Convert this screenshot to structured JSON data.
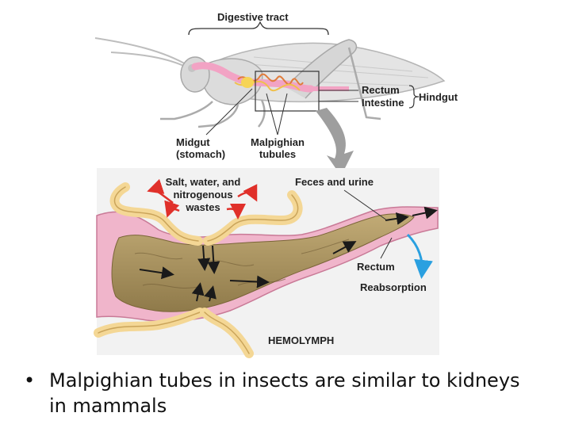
{
  "top_labels": {
    "digestive_tract": "Digestive tract",
    "rectum": "Rectum",
    "intestine": "Intestine",
    "hindgut": "Hindgut",
    "midgut": "Midgut",
    "stomach": "(stomach)",
    "malpighian": "Malpighian",
    "tubules": "tubules"
  },
  "detail_labels": {
    "salt_line1": "Salt, water, and",
    "salt_line2": "nitrogenous",
    "salt_line3": "wastes",
    "feces": "Feces and urine",
    "rectum": "Rectum",
    "reabsorption": "Reabsorption",
    "hemolymph": "HEMOLYMPH"
  },
  "bullet": {
    "symbol": "•",
    "text": "Malpighian tubes in insects are similar to kidneys in mammals"
  },
  "colors": {
    "panel_bg": "#f2f2f2",
    "tubule": "#f4d795",
    "gut_wall": "#e8a0b8",
    "gut_content": "#a88f5a",
    "arrow_red": "#e0302a",
    "arrow_blue": "#2aa0e0"
  }
}
